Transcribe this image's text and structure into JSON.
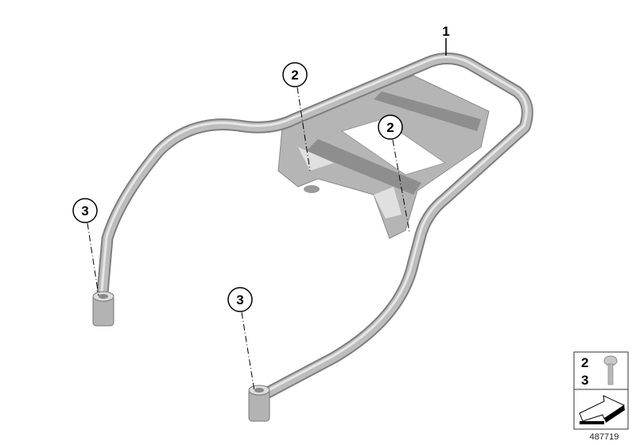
{
  "diagram": {
    "callouts": [
      {
        "label": "1",
        "part": "luggage-rack"
      },
      {
        "label": "2",
        "part": "screw"
      },
      {
        "label": "2",
        "part": "screw"
      },
      {
        "label": "3",
        "part": "screw"
      },
      {
        "label": "3",
        "part": "screw"
      }
    ],
    "legend": {
      "items": [
        "2",
        "3"
      ],
      "icons": [
        "screw-icon",
        "arrow-icon"
      ]
    },
    "document_number": "487719",
    "colors": {
      "metal": "#a8a8a8",
      "metal_light": "#d6d6d6",
      "metal_dark": "#7a7a7a",
      "line": "#000000"
    }
  }
}
